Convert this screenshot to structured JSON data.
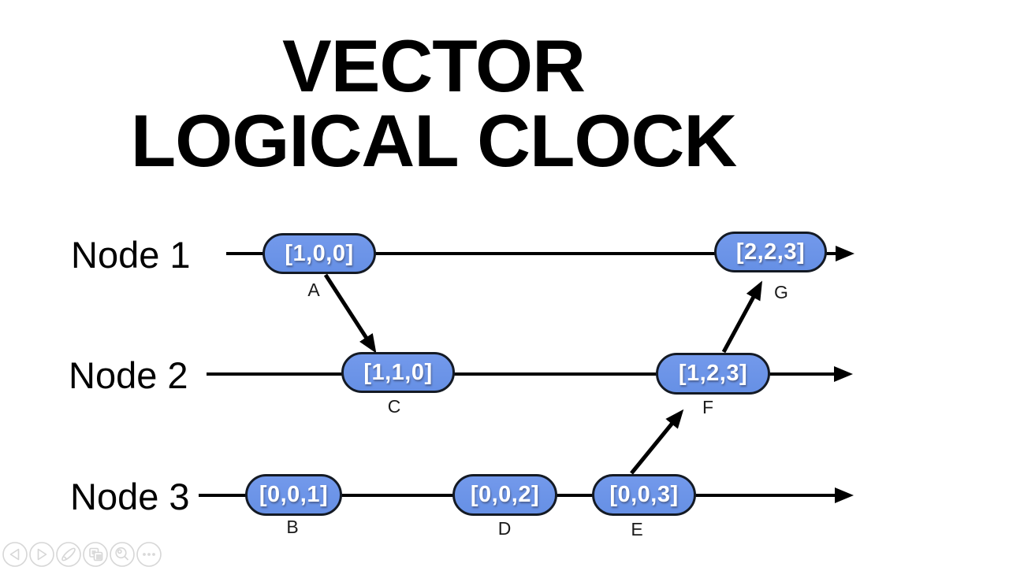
{
  "title": {
    "line1": "VECTOR",
    "line2": "LOGICAL CLOCK"
  },
  "colors": {
    "background": "#ffffff",
    "pill_fill": "#6C95E8",
    "pill_border": "#141A24",
    "pill_text": "#ffffff",
    "line": "#000000",
    "toolbar_gray": "#d6d6d6"
  },
  "nodes": [
    {
      "label": "Node 1",
      "events": [
        {
          "id": "A",
          "vector": "[1,0,0]"
        },
        {
          "id": "G",
          "vector": "[2,2,3]"
        }
      ]
    },
    {
      "label": "Node 2",
      "events": [
        {
          "id": "C",
          "vector": "[1,1,0]"
        },
        {
          "id": "F",
          "vector": "[1,2,3]"
        }
      ]
    },
    {
      "label": "Node 3",
      "events": [
        {
          "id": "B",
          "vector": "[0,0,1]"
        },
        {
          "id": "D",
          "vector": "[0,0,2]"
        },
        {
          "id": "E",
          "vector": "[0,0,3]"
        }
      ]
    }
  ],
  "messages": [
    {
      "from": "A",
      "to": "C"
    },
    {
      "from": "E",
      "to": "F"
    },
    {
      "from": "F",
      "to": "G"
    }
  ],
  "toolbar": {
    "icons": [
      "previous-slide",
      "next-slide",
      "pen-annotate",
      "slide-navigator",
      "zoom",
      "more-options"
    ]
  }
}
